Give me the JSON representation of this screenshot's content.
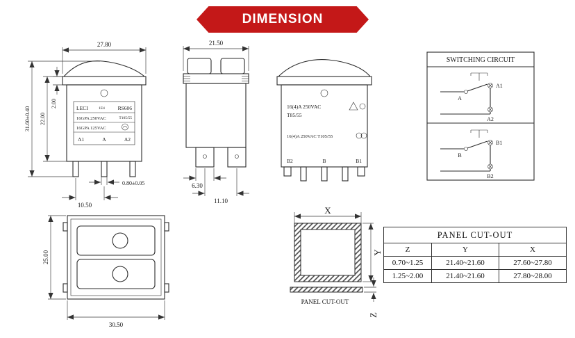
{
  "colors": {
    "banner_red": "#c41818",
    "line": "#2b2b2b"
  },
  "banner": {
    "label": "DIMENSION"
  },
  "front_view": {
    "dim_width": "27.80",
    "dim_bezel": "2.00",
    "dim_body_height": "22.00",
    "dim_total_height": "31.60±0.40",
    "dim_terminal_thickness": "0.80±0.05",
    "dim_terminal_pitch": "10.50",
    "label": {
      "brand": "LECI",
      "code": "1E4",
      "model": "RS606",
      "rating1": "16GPA 250VAC",
      "temp": "T105/55",
      "rating2": "16GPA 125VAC",
      "terminal_left": "A1",
      "terminal_mid": "A",
      "terminal_right": "A2"
    }
  },
  "side_view": {
    "dim_width": "21.50",
    "dim_tab_width": "6.30",
    "dim_tab_pitch": "11.10"
  },
  "back_view": {
    "label": {
      "rating1": "16(4)A 250VAC",
      "temp1": "T85/55",
      "rating2": "16(4)A 250VAC T105/55",
      "terminal_left": "B2",
      "terminal_mid": "B",
      "terminal_right": "B1"
    }
  },
  "switching_circuit": {
    "title": "SWITCHING CIRCUIT",
    "pole_a": {
      "com": "A",
      "no": "A1",
      "nc": "A2"
    },
    "pole_b": {
      "com": "B",
      "no": "B1",
      "nc": "B2"
    }
  },
  "bottom_view": {
    "dim_height": "25.00",
    "dim_width": "30.50"
  },
  "panel_cutout_drawing": {
    "x_label": "X",
    "y_label": "Y",
    "z_label": "Z",
    "caption": "PANEL CUT-OUT"
  },
  "cutout_table": {
    "title": "PANEL CUT-OUT",
    "headers": [
      "Z",
      "Y",
      "X"
    ],
    "rows": [
      [
        "0.70~1.25",
        "21.40~21.60",
        "27.60~27.80"
      ],
      [
        "1.25~2.00",
        "21.40~21.60",
        "27.80~28.00"
      ]
    ]
  }
}
